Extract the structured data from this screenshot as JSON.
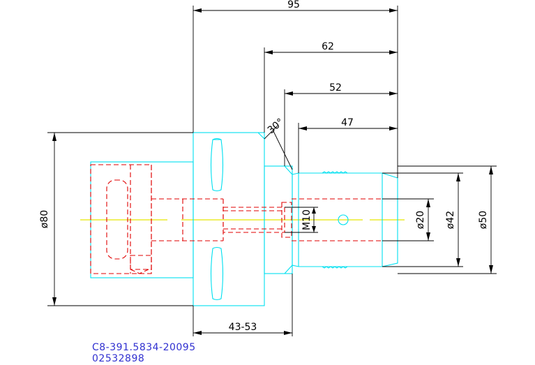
{
  "colors": {
    "outline": "#00e0f0",
    "hidden": "#e00000",
    "centerline": "#e8e800",
    "dimension": "#000000",
    "part_code": "#3030d0"
  },
  "dimensions": {
    "overall_length": "95",
    "length_62": "62",
    "length_52": "52",
    "length_47": "47",
    "chamfer_angle": "30°",
    "dia_80": "ø80",
    "dia_20": "ø20",
    "dia_42": "ø42",
    "dia_50": "ø50",
    "thread": "M10",
    "range": "43-53"
  },
  "part": {
    "code": "C8-391.5834-20095",
    "number": "02532898"
  }
}
